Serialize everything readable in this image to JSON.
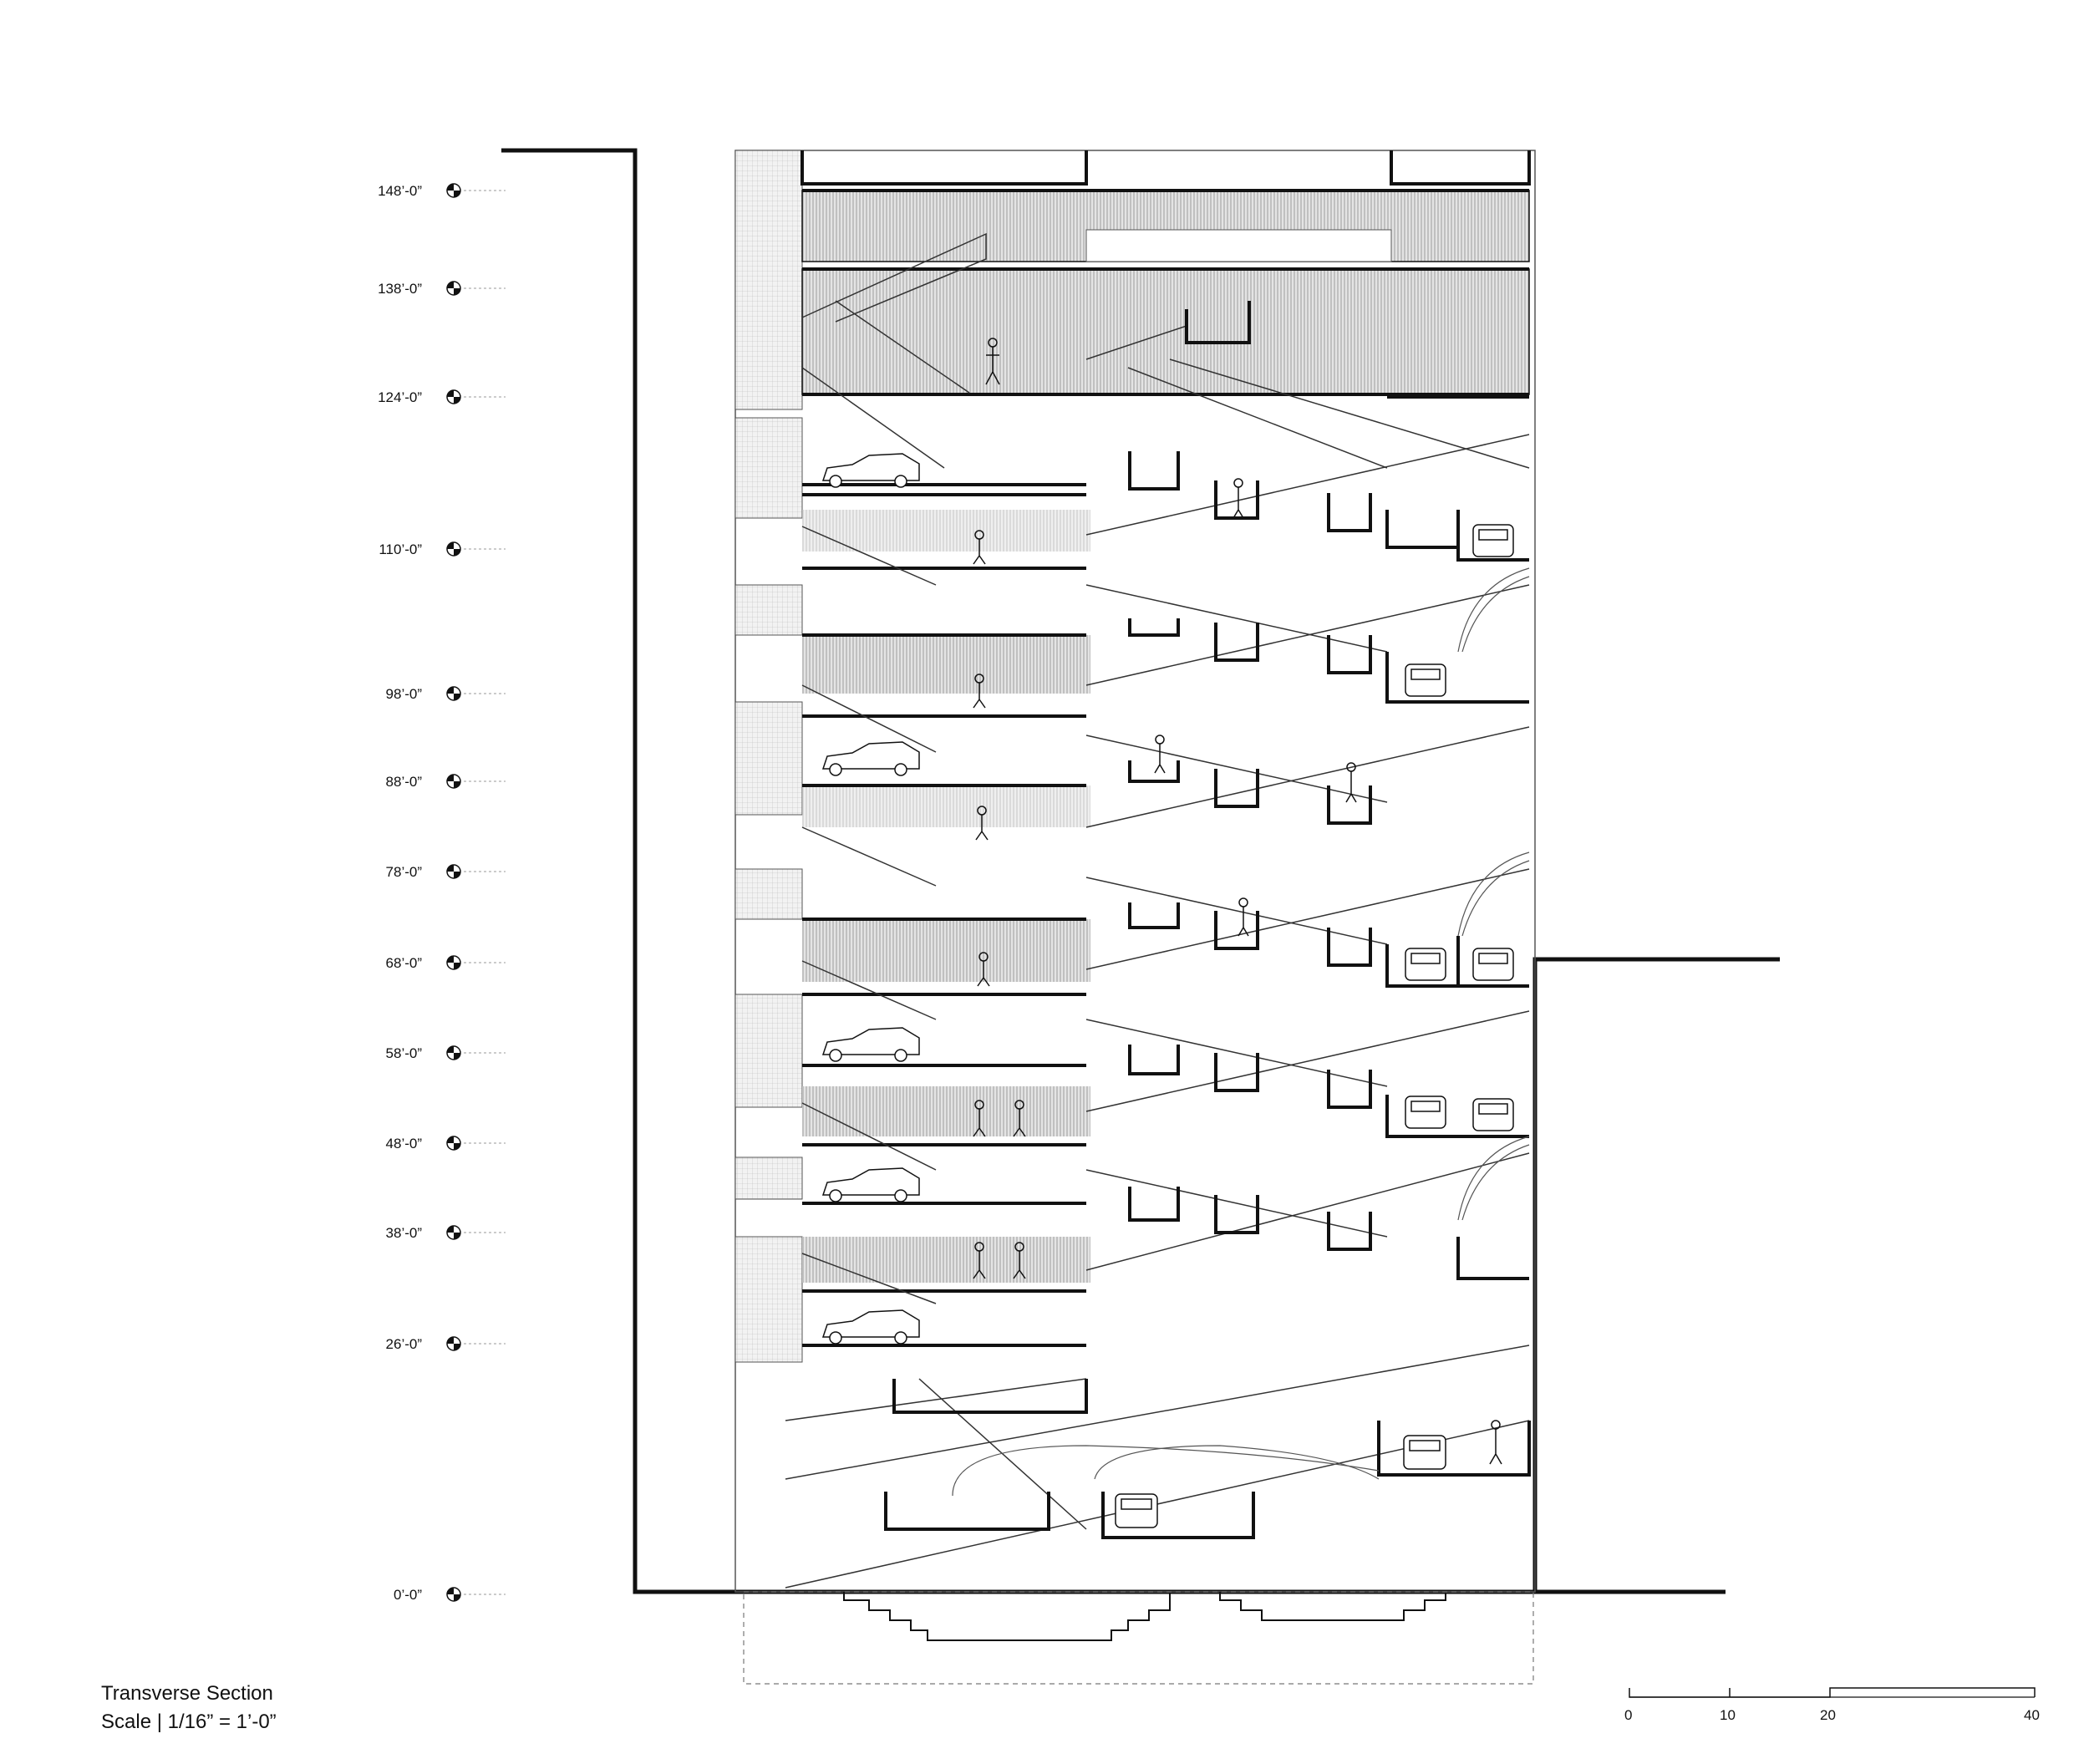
{
  "title": {
    "name": "Transverse Section",
    "scale": "Scale | 1/16” = 1’-0”"
  },
  "levels": [
    "148’-0”",
    "138’-0”",
    "124’-0”",
    "110’-0”",
    "98’-0”",
    "88’-0”",
    "78’-0”",
    "68’-0”",
    "58’-0”",
    "48’-0”",
    "38’-0”",
    "26’-0”",
    "0’-0”"
  ],
  "scale_bar": {
    "ticks": [
      "0",
      "10",
      "20",
      "40"
    ]
  },
  "colors": {
    "line": "#111111",
    "hatch": "#cfcfcf",
    "hatch_dark": "#9a9a9a",
    "paper": "#ffffff"
  }
}
